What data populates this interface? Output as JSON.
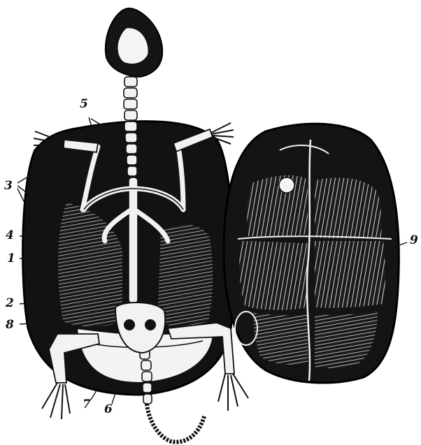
{
  "figure": {
    "ink_color": "#111111",
    "paper_color": "#ffffff",
    "labels": [
      "1",
      "2",
      "3",
      "4",
      "5",
      "6",
      "7",
      "8",
      "9"
    ]
  }
}
